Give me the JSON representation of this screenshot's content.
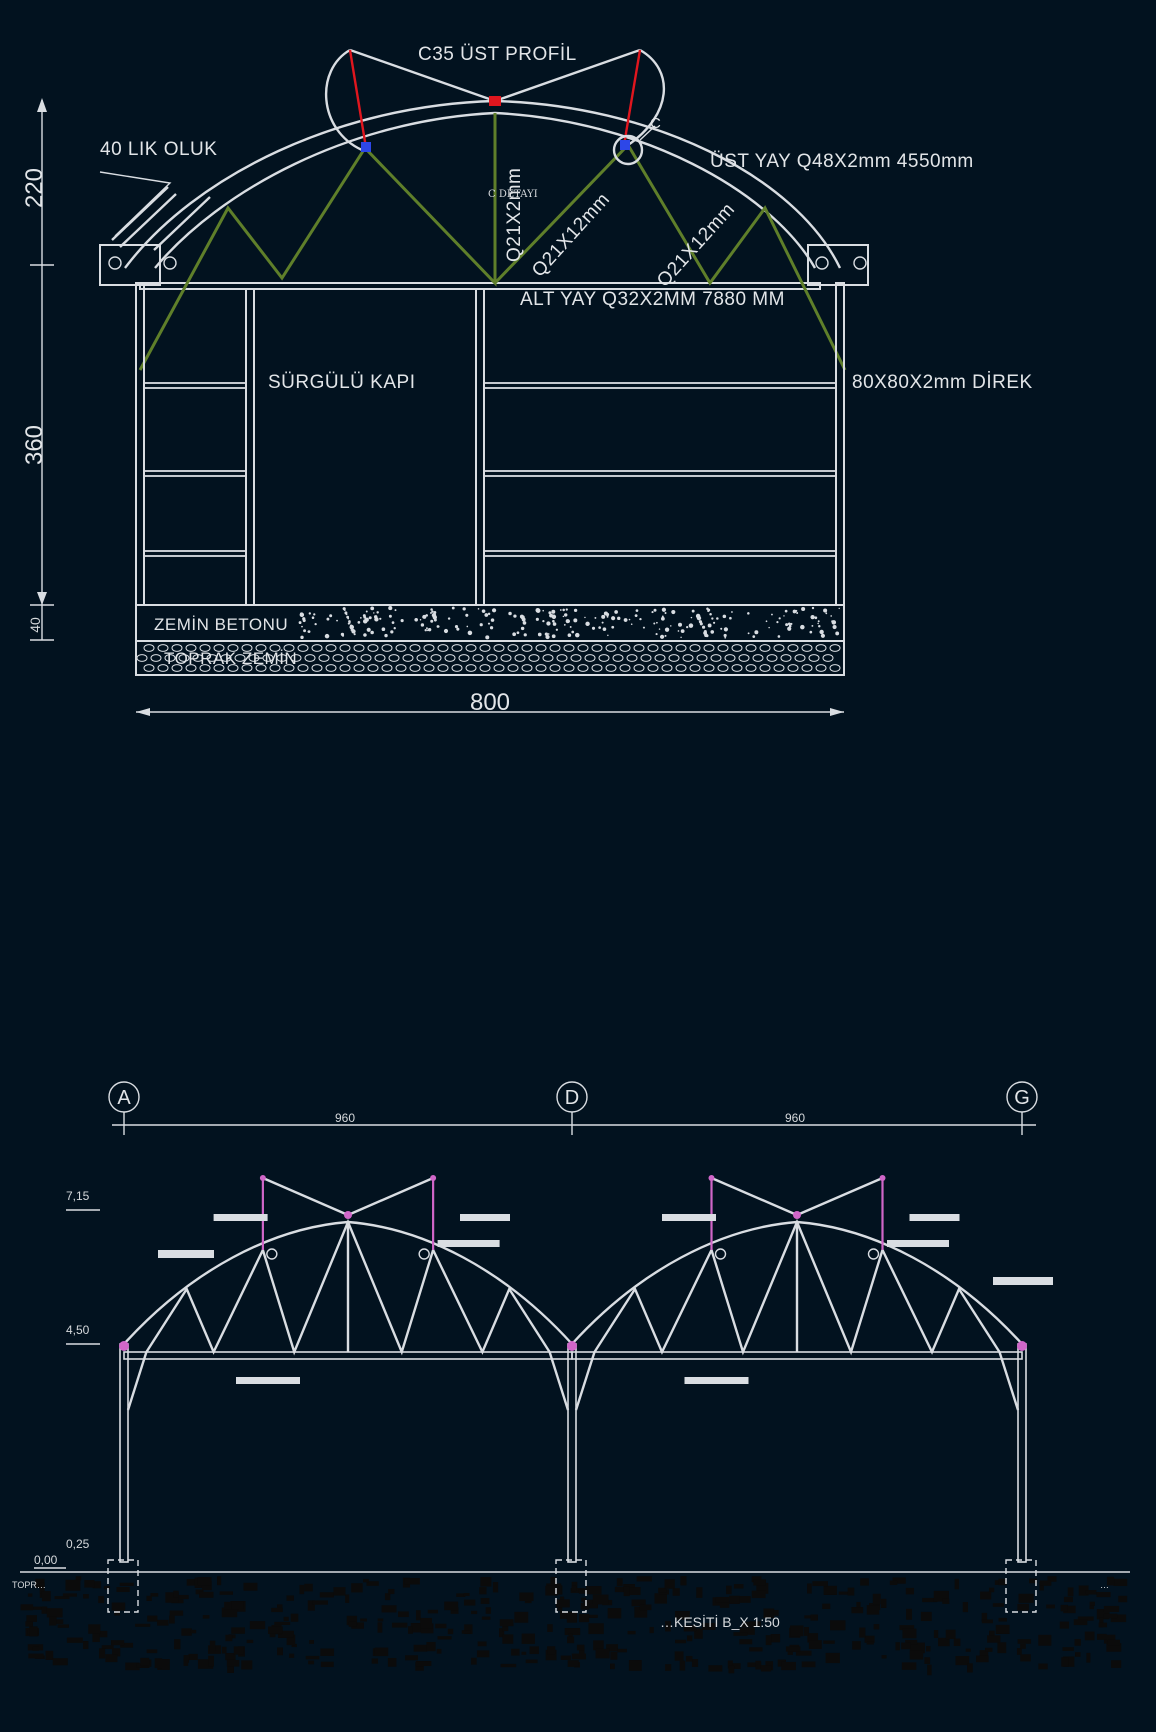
{
  "top_section": {
    "labels": {
      "top_profile": "C35 ÜST PROFİL",
      "gutter": "40 LIK OLUK",
      "upper_arch": "ÜST YAY Q48X2mm  4550mm",
      "lower_arch": "ALT YAY  Q32X2MM  7880  MM",
      "post": "80X80X2mm  DİREK",
      "sliding_door": "SÜRGÜLÜ  KAPI",
      "center_member": "Q21X2mm",
      "detail_note": "C DETAYI",
      "diag_left": "Q21X12mm",
      "diag_right": "Q21X12mm",
      "detail_marker": "C",
      "floor_concrete": "ZEMİN BETONU",
      "soil": "TOPRAK ZEMİN"
    },
    "dimensions": {
      "roof_height": "220",
      "wall_height": "360",
      "floor_depth": "40",
      "width": "800"
    }
  },
  "bottom_section": {
    "axes": [
      "A",
      "D",
      "G"
    ],
    "spans": [
      "960",
      "960"
    ],
    "levels": {
      "ridge": "7,15",
      "eave": "4,50",
      "plinth": "0,25",
      "ground": "0,00"
    },
    "ground_note_left": "TOPR…",
    "ground_note_right": "…",
    "caption": "…KESİTİ  B_X 1:50"
  },
  "colors": {
    "background": "#02121f",
    "lines": "#d9dde2",
    "truss": "#5f7f2a",
    "ties": "#e0161e",
    "bottom_ties": "#d066c8"
  }
}
